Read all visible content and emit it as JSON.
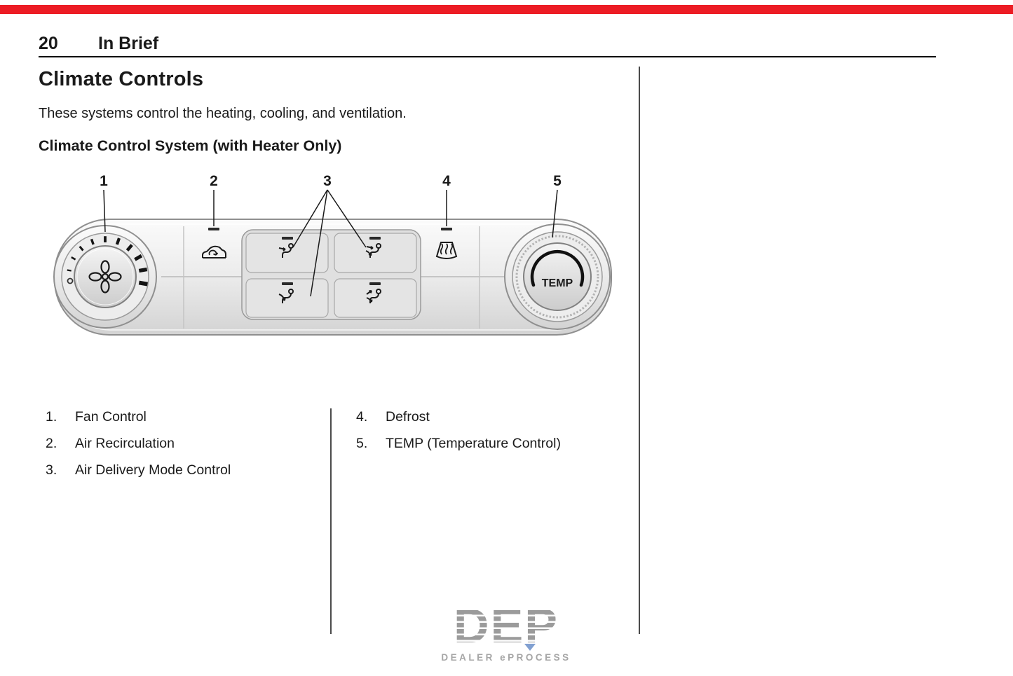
{
  "page": {
    "page_number": "20",
    "section_title": "In Brief",
    "heading": "Climate Controls",
    "intro": "These systems control the heating, cooling, and ventilation.",
    "subheading": "Climate Control System (with Heater Only)"
  },
  "diagram": {
    "description": "Climate control panel with fan knob, recirculation button, four air delivery mode buttons, defrost button and TEMP knob",
    "callouts": [
      {
        "num": "1",
        "target": "fan-control-knob"
      },
      {
        "num": "2",
        "target": "air-recirculation-button"
      },
      {
        "num": "3",
        "target": "air-delivery-mode-buttons"
      },
      {
        "num": "4",
        "target": "defrost-button"
      },
      {
        "num": "5",
        "target": "temperature-knob"
      }
    ],
    "temp_label": "TEMP",
    "icons": [
      "fan-icon",
      "recirculation-icon",
      "vent-person-icon",
      "defrost-icon"
    ]
  },
  "legend": {
    "left": [
      {
        "num": "1.",
        "label": "Fan Control"
      },
      {
        "num": "2.",
        "label": "Air Recirculation"
      },
      {
        "num": "3.",
        "label": "Air Delivery Mode Control"
      }
    ],
    "right": [
      {
        "num": "4.",
        "label": "Defrost"
      },
      {
        "num": "5.",
        "label": "TEMP (Temperature Control)"
      }
    ]
  },
  "footer": {
    "logo_text": "DEP",
    "logo_subtext": "DEALER ePROCESS"
  },
  "colors": {
    "top_bar": "#ec1c24",
    "text": "#1a1a1a",
    "divider": "#4a4a4a",
    "panel_gray": "#e6e6e6",
    "logo_gray": "#9b9b9b",
    "logo_blue": "#6b8fc9"
  }
}
